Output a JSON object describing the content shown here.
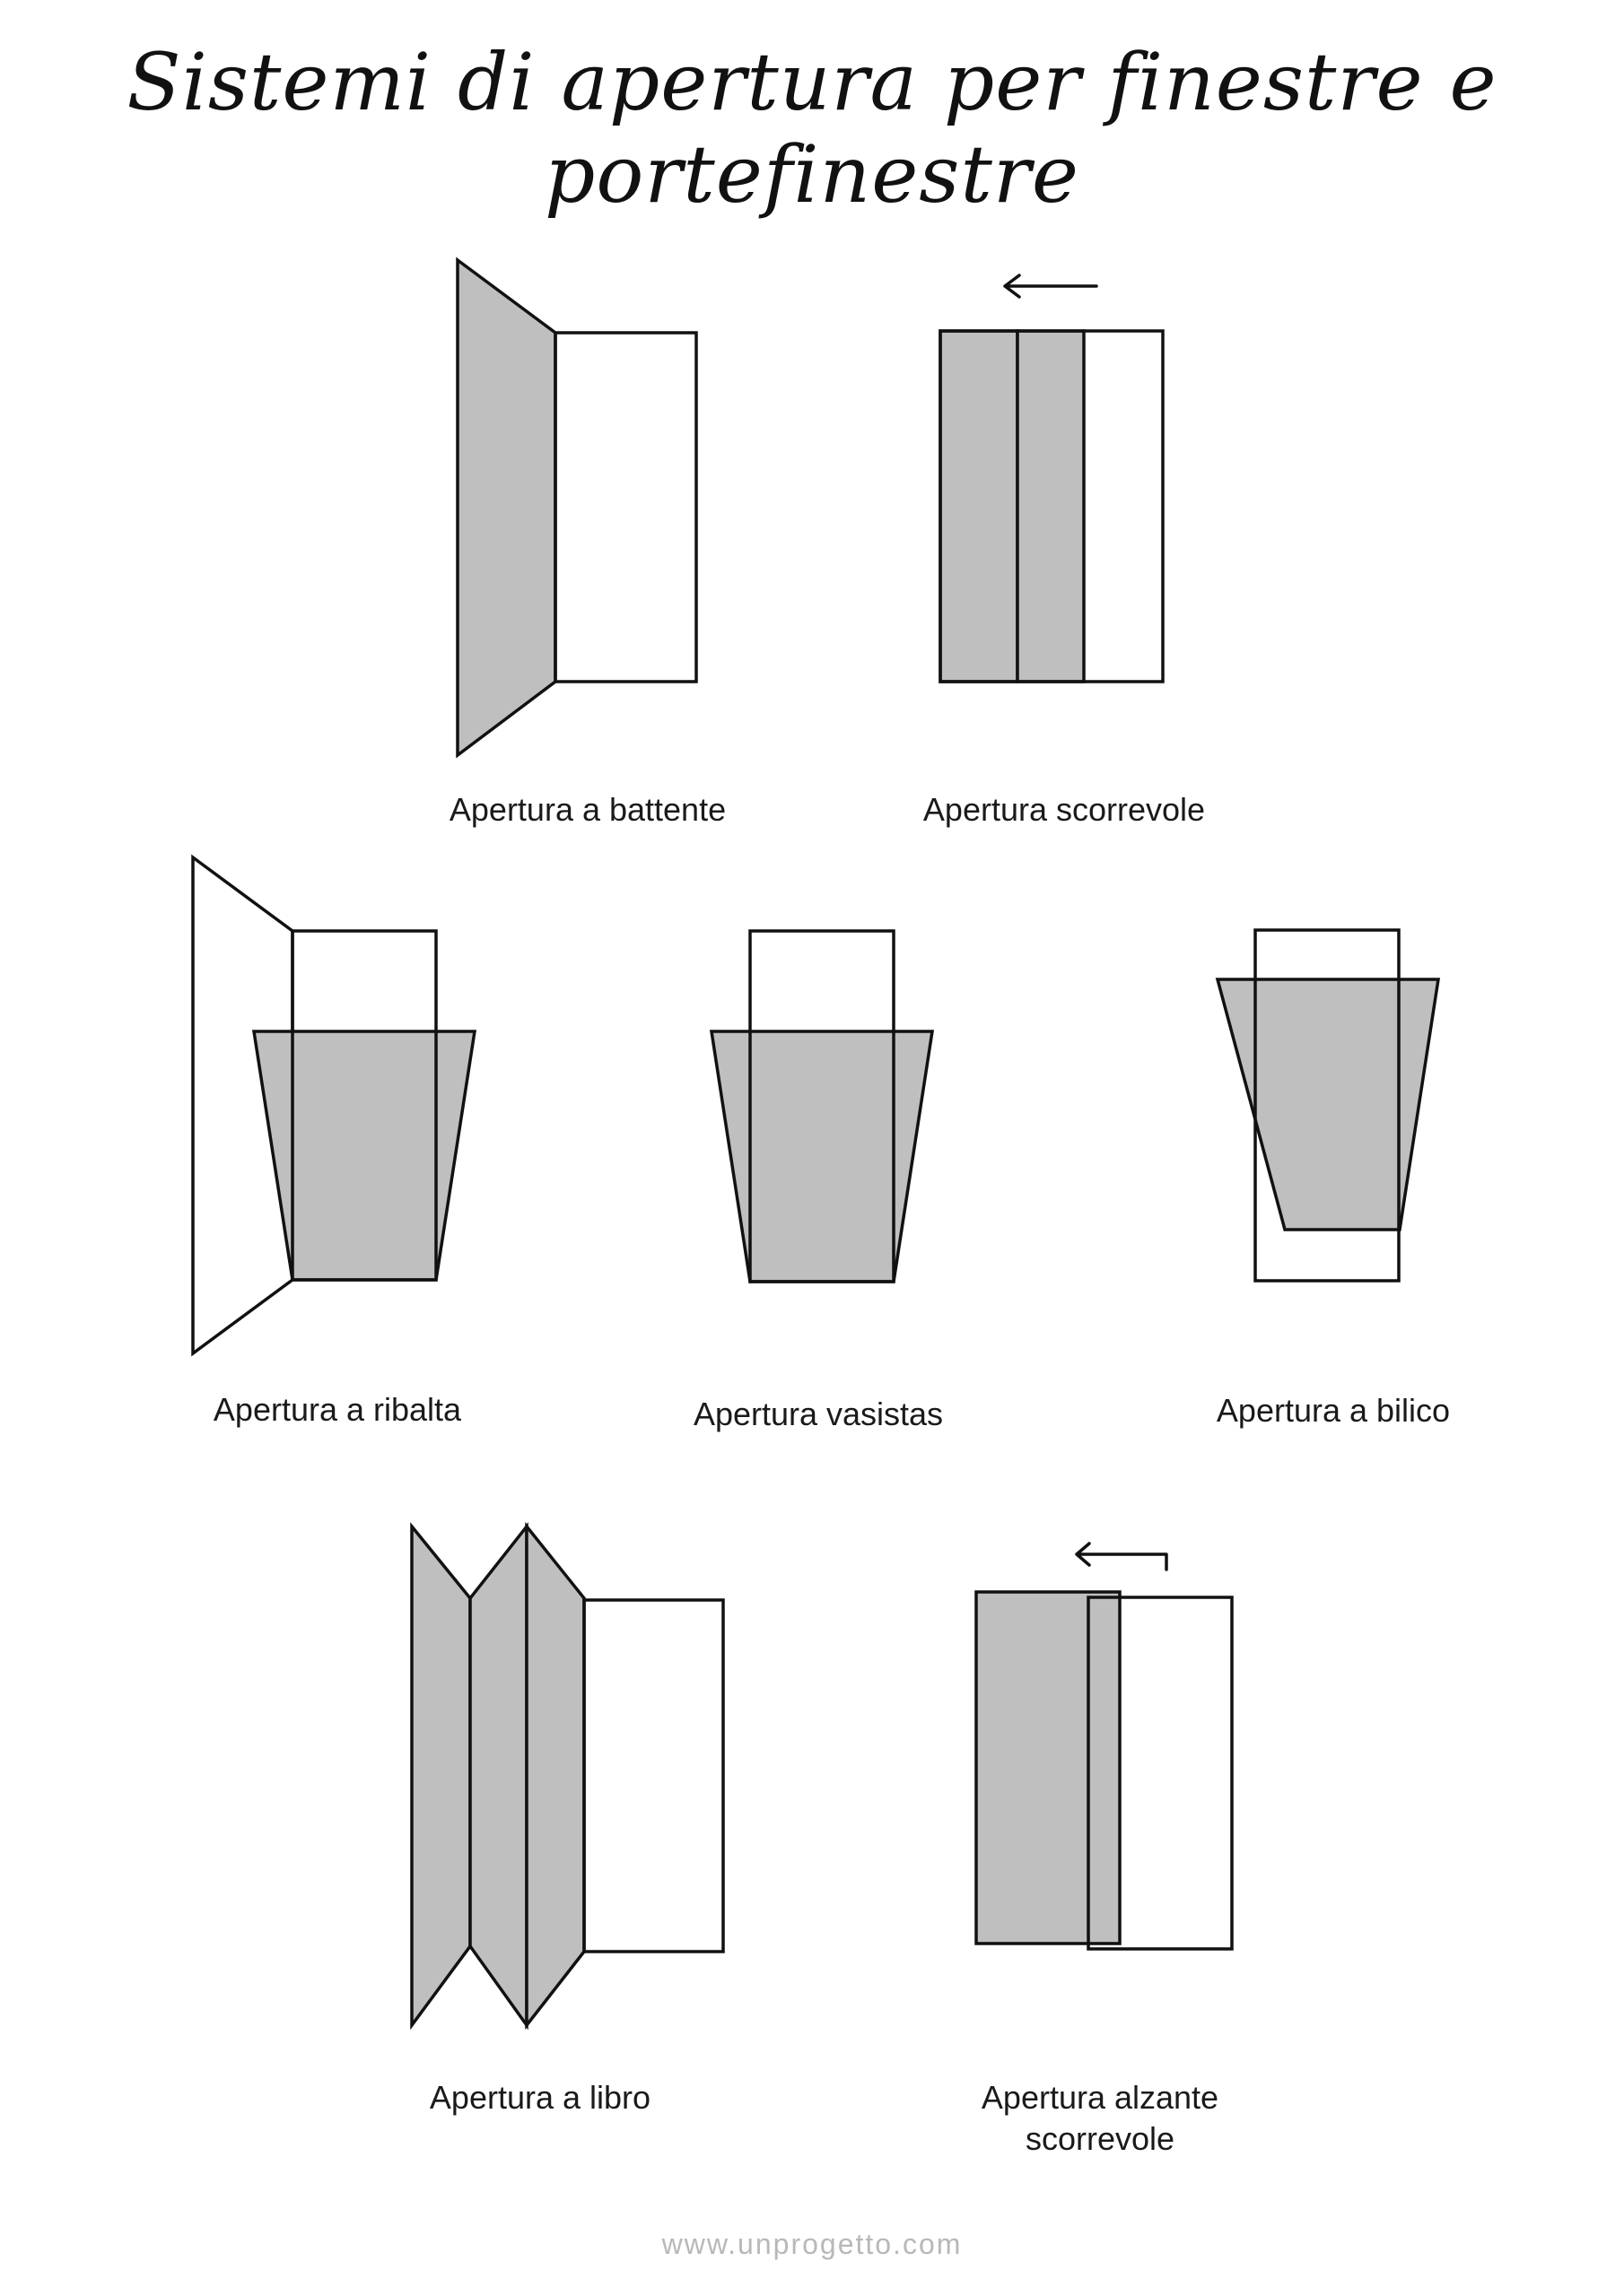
{
  "title": "Sistemi di apertura per finestre e portefinestre",
  "colors": {
    "sash_fill": "#bfbfbf",
    "stroke": "#111111",
    "footer_text": "#b8b8b8"
  },
  "systems": [
    {
      "id": "battente",
      "label": "Apertura a battente"
    },
    {
      "id": "scorrevole",
      "label": "Apertura scorrevole"
    },
    {
      "id": "ribalta",
      "label": "Apertura a ribalta"
    },
    {
      "id": "vasistas",
      "label": "Apertura vasistas"
    },
    {
      "id": "bilico",
      "label": "Apertura a bilico"
    },
    {
      "id": "libro",
      "label": "Apertura a libro"
    },
    {
      "id": "alzante",
      "label_line1": "Apertura alzante",
      "label_line2": "scorrevole"
    }
  ],
  "footer": "www.unprogetto.com"
}
